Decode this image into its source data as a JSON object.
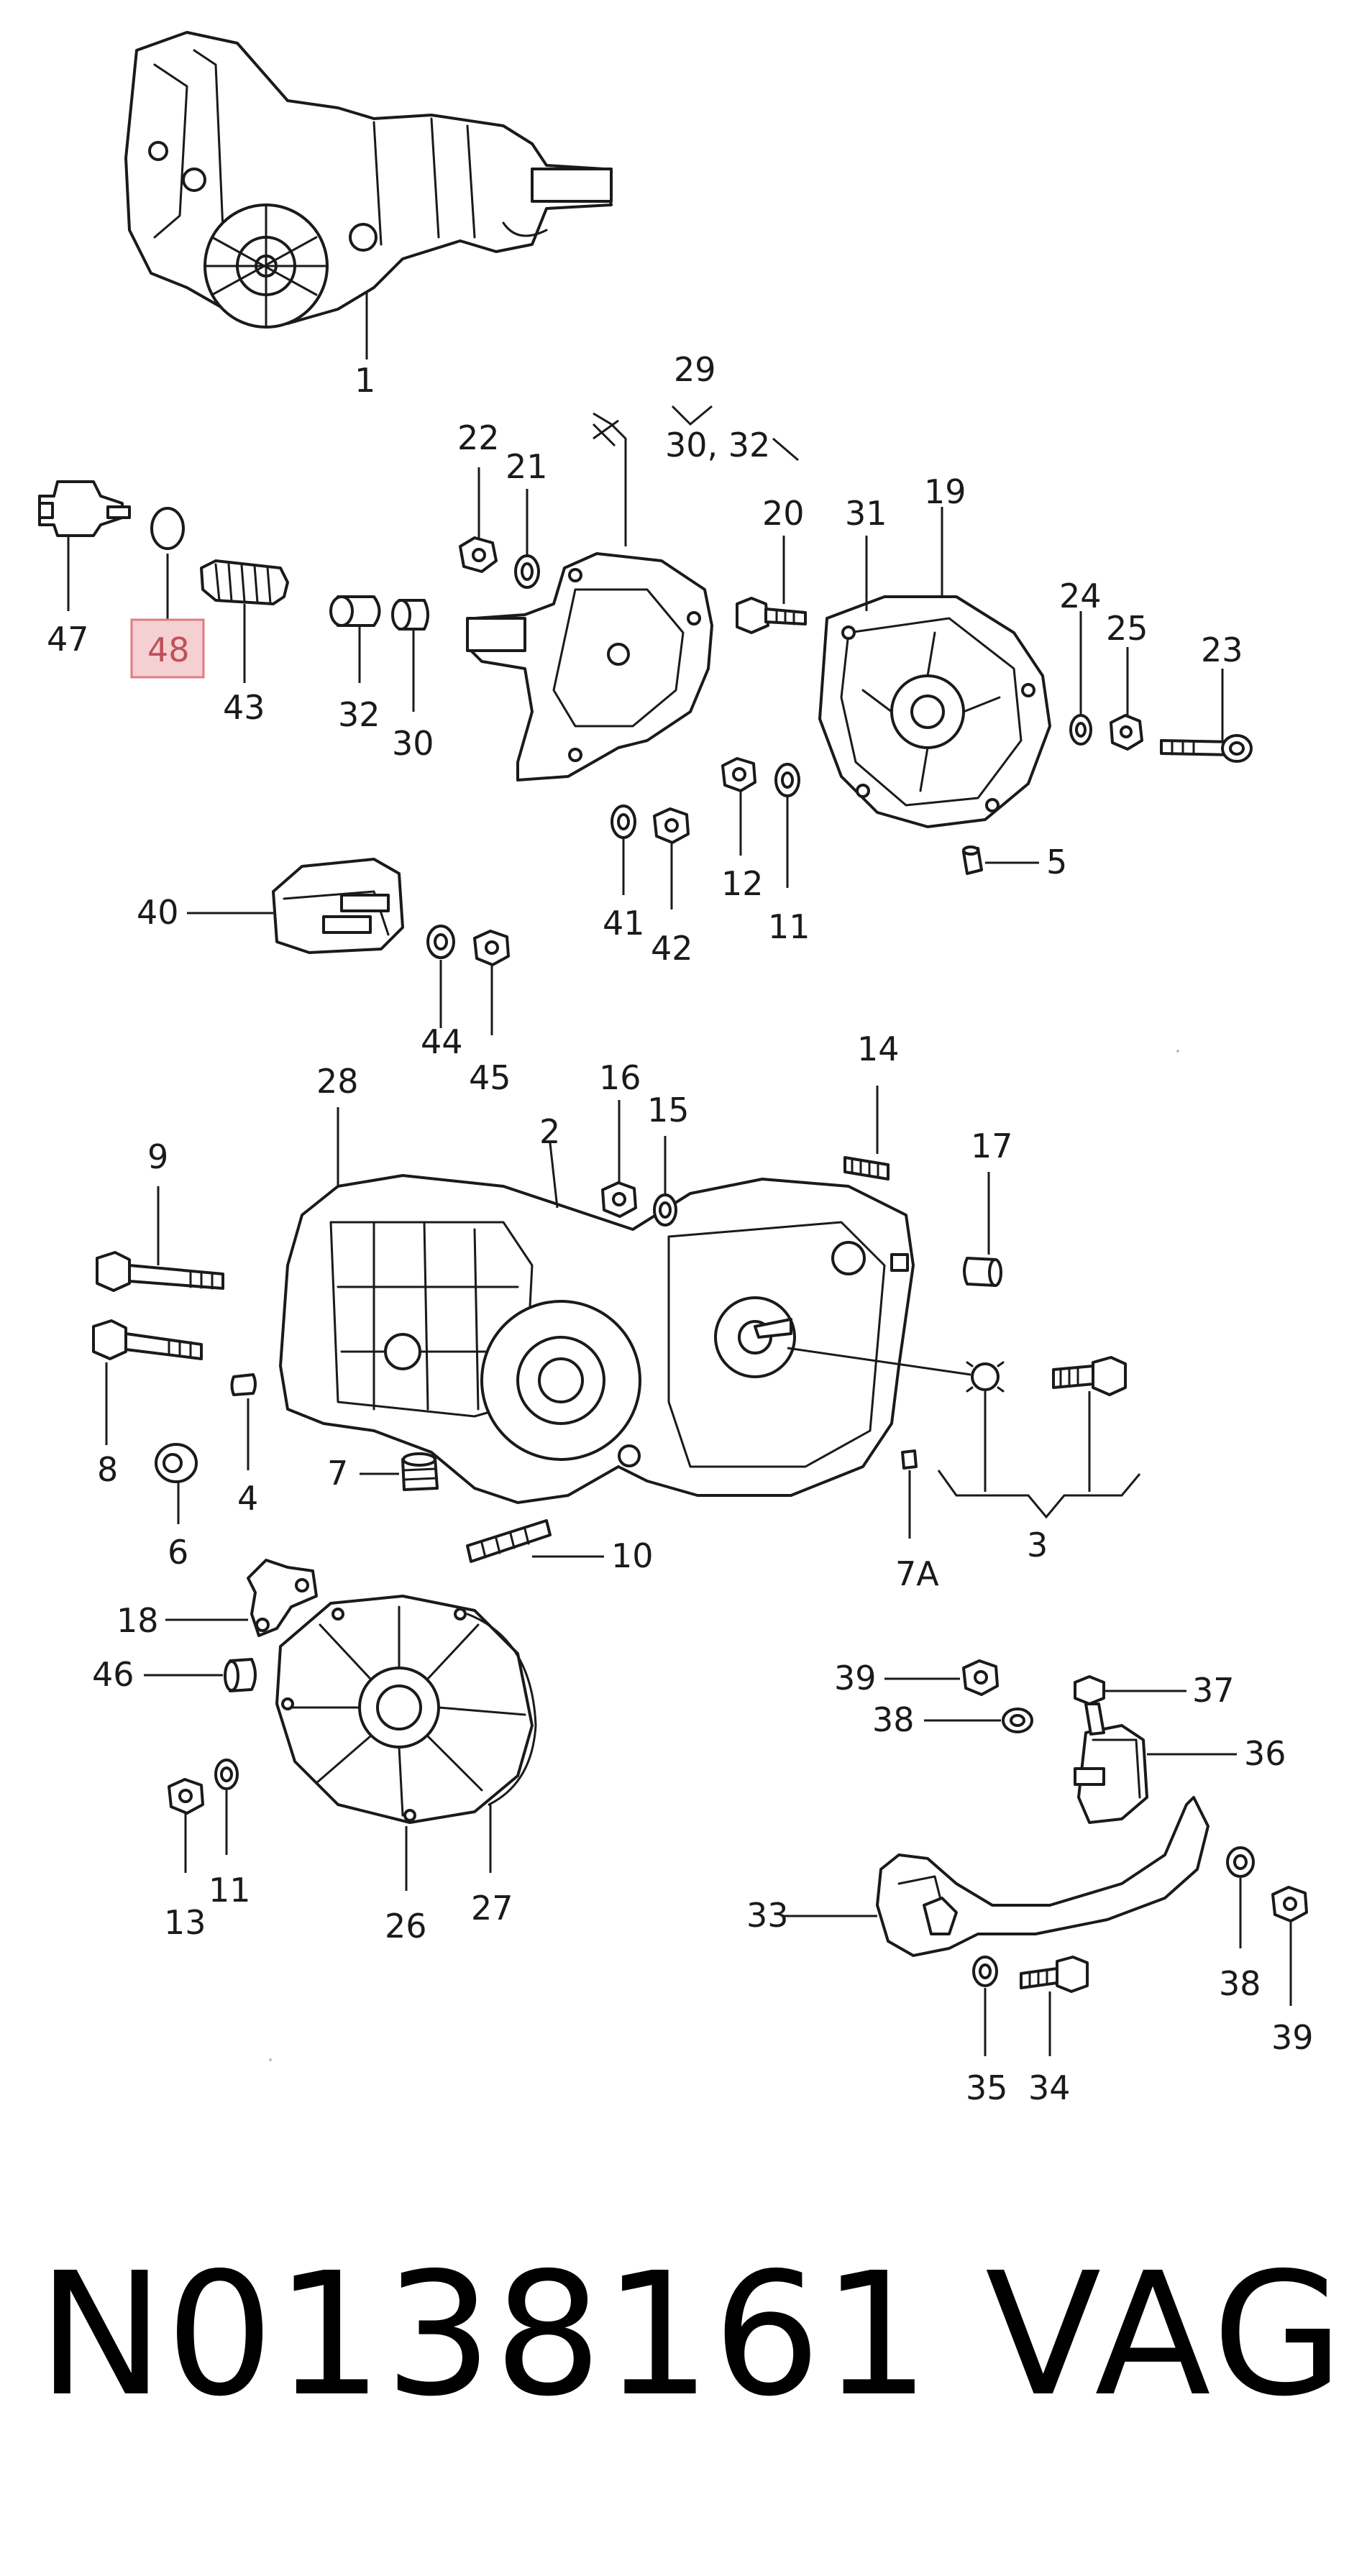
{
  "diagram": {
    "callouts": {
      "c1": "1",
      "c2": "2",
      "c3": "3",
      "c4": "4",
      "c5": "5",
      "c6": "6",
      "c7": "7",
      "c7a": "7A",
      "c8": "8",
      "c9": "9",
      "c10": "10",
      "c11a": "11",
      "c11b": "11",
      "c12": "12",
      "c13": "13",
      "c14": "14",
      "c15": "15",
      "c16": "16",
      "c17": "17",
      "c18": "18",
      "c19": "19",
      "c20": "20",
      "c21": "21",
      "c22": "22",
      "c23": "23",
      "c24": "24",
      "c25": "25",
      "c26": "26",
      "c27": "27",
      "c28": "28",
      "c29": "29",
      "c29sub": "30, 32",
      "c30": "30",
      "c31": "31",
      "c32": "32",
      "c33": "33",
      "c34": "34",
      "c35": "35",
      "c36": "36",
      "c37": "37",
      "c38a": "38",
      "c38b": "38",
      "c39a": "39",
      "c39b": "39",
      "c40": "40",
      "c41": "41",
      "c42": "42",
      "c43": "43",
      "c44": "44",
      "c45": "45",
      "c46": "46",
      "c47": "47",
      "c48": "48"
    },
    "highlighted_callout": "48",
    "highlight_color": "#f5d0d2"
  },
  "footer": {
    "part_number": "N0138161",
    "brand": "VAG"
  }
}
